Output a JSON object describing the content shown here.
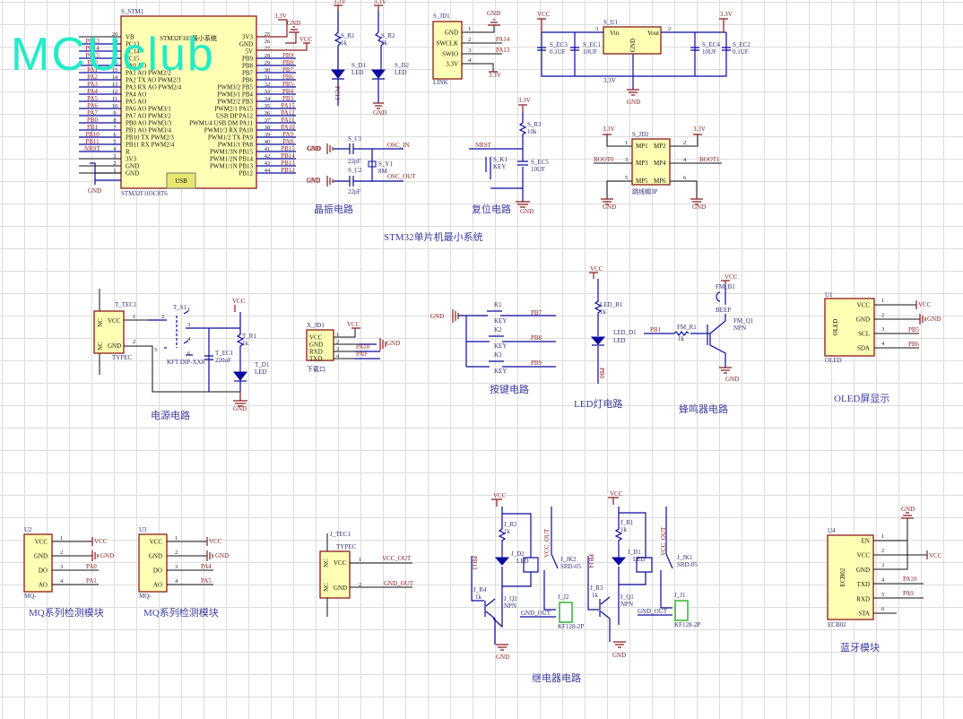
{
  "watermark": "MCUclub",
  "colors": {
    "wire": "#0a0aa0",
    "power": "#8b1a1a",
    "component_fill": "#ffffb4",
    "watermark": "#22ecc8",
    "title": "#3c3ca0"
  },
  "mcu": {
    "ref": "S_STM1",
    "part": "STM32F103C8T6",
    "title": "STM32F103最小系统",
    "usb": "USB",
    "left_pins": [
      {
        "n": "20",
        "name": "VB",
        "net": ""
      },
      {
        "n": "19",
        "name": "PC13",
        "net": "PC13"
      },
      {
        "n": "18",
        "name": "PC14",
        "net": "PC14"
      },
      {
        "n": "17",
        "name": "PC15",
        "net": "PC15"
      },
      {
        "n": "16",
        "name": "PA0 AO",
        "net": "PA0"
      },
      {
        "n": "15",
        "name": "PA1 AO PWM2/2",
        "net": "PA1"
      },
      {
        "n": "14",
        "name": "PA2 TX AO PWM2/3",
        "net": "PA2"
      },
      {
        "n": "13",
        "name": "PA3 RX AO PWM2/4",
        "net": "PA3"
      },
      {
        "n": "12",
        "name": "PA4 AO",
        "net": "PA4"
      },
      {
        "n": "11",
        "name": "PA5 AO",
        "net": "PA5"
      },
      {
        "n": "10",
        "name": "PA6 AO PWM3/1",
        "net": "PA6"
      },
      {
        "n": "9",
        "name": "PA7 AO PWM3/2",
        "net": "PA7"
      },
      {
        "n": "8",
        "name": "PB0 AO PWM3/3",
        "net": "PB0"
      },
      {
        "n": "7",
        "name": "PB1 AO PWM3/4",
        "net": "PB1"
      },
      {
        "n": "6",
        "name": "PB10 TX PWM2/3",
        "net": "PB10"
      },
      {
        "n": "5",
        "name": "PB11 RX PWM2/4",
        "net": "PB11"
      },
      {
        "n": "4",
        "name": "R",
        "net": "NRST"
      },
      {
        "n": "3",
        "name": "3V3",
        "net": ""
      },
      {
        "n": "2",
        "name": "GND",
        "net": ""
      },
      {
        "n": "1",
        "name": "GND",
        "net": ""
      }
    ],
    "right_pins": [
      {
        "n": "25",
        "name": "3V3",
        "net": ""
      },
      {
        "n": "26",
        "name": "GND",
        "net": ""
      },
      {
        "n": "27",
        "name": "5V",
        "net": ""
      },
      {
        "n": "28",
        "name": "PB9",
        "net": "PB9"
      },
      {
        "n": "29",
        "name": "PB8",
        "net": "PB8"
      },
      {
        "n": "30",
        "name": "PB7",
        "net": "PB7"
      },
      {
        "n": "31",
        "name": "PB6",
        "net": "PB6"
      },
      {
        "n": "32",
        "name": "PWM3/2 PB5",
        "net": "PB5"
      },
      {
        "n": "33",
        "name": "PWM3/1 PB4",
        "net": "PB4"
      },
      {
        "n": "34",
        "name": "PWM2/2 PB3",
        "net": "PB3"
      },
      {
        "n": "35",
        "name": "PWM2/1 PA15",
        "net": "PA15"
      },
      {
        "n": "36",
        "name": "USB DP  PA12",
        "net": "PA12"
      },
      {
        "n": "37",
        "name": "PWM1/4 USB DM PA11",
        "net": "PA11"
      },
      {
        "n": "38",
        "name": "PWM1/3 RX PA10",
        "net": "PA10"
      },
      {
        "n": "39",
        "name": "PWM1/2 TX PA9",
        "net": "PA9"
      },
      {
        "n": "40",
        "name": "PWM1/1 PA8",
        "net": "PA8"
      },
      {
        "n": "41",
        "name": "PWM1/3N PB15",
        "net": "PB15"
      },
      {
        "n": "42",
        "name": "PWM1/2N PB14",
        "net": "PB14"
      },
      {
        "n": "43",
        "name": "PWM1/1N PB13",
        "net": "PB13"
      },
      {
        "n": "44",
        "name": "PB12",
        "net": "PB12"
      }
    ],
    "p33": "3.3V",
    "gnd_top": "GND",
    "vcc": "VCC",
    "gnd_bottom": "GND",
    "gnd_right1": "GND",
    "gnd_right2": "GND"
  },
  "indicators": {
    "r1": "S_R1",
    "r1v": "1k",
    "r2": "S_R2",
    "r2v": "1k",
    "d1": "S_D1",
    "d1v": "LED",
    "d2": "S_D2",
    "d2v": "LED",
    "net1": "PC13",
    "p1": "3.3V",
    "p2": "3.3V",
    "gnd": "GND"
  },
  "swd": {
    "ref": "S_JD1",
    "part": "LINK",
    "pins": [
      {
        "n": "1",
        "name": "GND",
        "net": "GND"
      },
      {
        "n": "2",
        "name": "SWCLK",
        "net": "PA14"
      },
      {
        "n": "3",
        "name": "SWIO",
        "net": "PA13"
      },
      {
        "n": "4",
        "name": "3.3V",
        "net": "3.3V"
      }
    ]
  },
  "regulator": {
    "ref": "S_U1",
    "vin": "Vin",
    "vout": "Vout",
    "gnd": "GND",
    "pin_in": "3",
    "pin_out": "2",
    "vcc": "VCC",
    "out_net": "3.3V",
    "bottom_net": "3.3V",
    "gnd_net": "GND",
    "caps": [
      {
        "ref": "S_EC3",
        "val": "0.1UF"
      },
      {
        "ref": "S_EC1",
        "val": "10UF"
      },
      {
        "ref": "S_EC4",
        "val": "10UF"
      },
      {
        "ref": "S_EC2",
        "val": "0.1UF"
      }
    ]
  },
  "crystal": {
    "gnd1": "GND",
    "gnd2": "GND",
    "c1": "S_C1",
    "c1v": "22pF",
    "c2": "S_C2",
    "c2v": "22pF",
    "y1": "S_Y1",
    "y1v": "8M",
    "osc_in": "OSC_IN",
    "osc_out": "OSC_OUT",
    "title": "晶振电路"
  },
  "reset": {
    "p33": "3.3V",
    "r3": "S_R3",
    "r3v": "10k",
    "nrst": "NRST",
    "k1": "S_K1",
    "k1v": "KEY",
    "ec5": "S_EC5",
    "ec5v": "10UF",
    "gnd": "GND",
    "title": "复位电路"
  },
  "boot": {
    "ref": "S_JD2",
    "part": "跳线帽3P",
    "pins": [
      {
        "n": "1",
        "name": "MP1"
      },
      {
        "n": "2",
        "name": "MP2"
      },
      {
        "n": "3",
        "name": "MP3"
      },
      {
        "n": "4",
        "name": "MP4"
      },
      {
        "n": "5",
        "name": "MP5"
      },
      {
        "n": "6",
        "name": "MP6"
      }
    ],
    "p33a": "3.3V",
    "p33b": "3.3V",
    "boot0": "BOOT0",
    "boot1": "BOOT1",
    "gnd_a": "GND",
    "gnd_b": "GND"
  },
  "section_title": "STM32单片机最小系统",
  "power": {
    "ref": "T_TEC1",
    "part": "TYPEC",
    "nc1": "NC",
    "nc2": "NC",
    "vcc": "VCC",
    "gnd": "GND",
    "pin1": "1",
    "pin2": "2",
    "sw": "T_S1",
    "sw_part": "KFT DIP-XX8",
    "sw_pins": [
      "1",
      "2",
      "3",
      "4",
      "5",
      "6"
    ],
    "vcc_net": "VCC",
    "r1": "T_R1",
    "r1v": "1k",
    "ec": "T_EC1",
    "ecv": "220uF",
    "d1": "T_D1",
    "d1v": "LED",
    "gnd_net": "GND",
    "title": "电源电路"
  },
  "download": {
    "ref": "X_JD1",
    "part": "下载口",
    "pins": [
      {
        "n": "1",
        "name": "VCC"
      },
      {
        "n": "2",
        "name": "GND"
      },
      {
        "n": "3",
        "name": "RXD"
      },
      {
        "n": "4",
        "name": "TXD"
      }
    ],
    "vcc": "VCC",
    "gnd": "GND",
    "rx_net": "PA10",
    "tx_net": "PA9"
  },
  "keys": {
    "gnd": "GND",
    "items": [
      {
        "ref": "K1",
        "val": "KEY",
        "net": "PB7"
      },
      {
        "ref": "K2",
        "val": "KEY",
        "net": "PB8"
      },
      {
        "ref": "K3",
        "val": "KEY",
        "net": "PB9"
      }
    ],
    "title": "按键电路"
  },
  "led": {
    "vcc": "VCC",
    "r1": "LED_R1",
    "r1v": "1k",
    "d1": "LED_D1",
    "d1v": "LED",
    "net": "PB0",
    "title": "LED灯电路"
  },
  "buzzer": {
    "vcc": "VCC",
    "b1": "FM_B1",
    "b1v": "BEEP",
    "q1": "FM_Q1",
    "q1v": "NPN",
    "net": "PB1",
    "r1": "FM_R1",
    "r1v": "1k",
    "gnd": "GND",
    "title": "蜂鸣器电路"
  },
  "oled": {
    "ref": "U1",
    "part": "OLED",
    "body": "OLED",
    "pins": [
      {
        "n": "1",
        "name": "VCC",
        "net": "VCC"
      },
      {
        "n": "2",
        "name": "GND",
        "net": "GND"
      },
      {
        "n": "3",
        "name": "SCL",
        "net": "PB5"
      },
      {
        "n": "4",
        "name": "SDA",
        "net": "PB6"
      }
    ],
    "title": "OLED屏显示"
  },
  "mq": [
    {
      "ref": "U2",
      "part": "MQ-",
      "pins": [
        {
          "n": "1",
          "name": "VCC",
          "net": "VCC"
        },
        {
          "n": "2",
          "name": "GND",
          "net": "GND"
        },
        {
          "n": "3",
          "name": "DO",
          "net": "PA0"
        },
        {
          "n": "4",
          "name": "AO",
          "net": "PA1"
        }
      ],
      "title": "MQ系列检测模块"
    },
    {
      "ref": "U3",
      "part": "MQ-",
      "pins": [
        {
          "n": "1",
          "name": "VCC",
          "net": "VCC"
        },
        {
          "n": "2",
          "name": "GND",
          "net": "GND"
        },
        {
          "n": "3",
          "name": "DO",
          "net": "PA4"
        },
        {
          "n": "4",
          "name": "AO",
          "net": "PA5"
        }
      ],
      "title": "MQ系列检测模块"
    }
  ],
  "typec_out": {
    "ref": "J_TEC1",
    "part": "TYPEC",
    "nc1": "NC",
    "nc2": "NC",
    "vcc": "VCC",
    "gnd": "GND",
    "pin1": "1",
    "pin2": "2",
    "vcc_out": "VCC_OUT",
    "gnd_out": "GND_OUT"
  },
  "relay": {
    "title": "继电器电路",
    "channels": [
      {
        "vcc": "VCC",
        "r_top": "J_R2",
        "r_top_v": "1k",
        "d": "J_D2",
        "dv": "LED",
        "in_net": "PB13",
        "r_in": "J_R4",
        "r_in_v": "1k",
        "q": "J_Q2",
        "qv": "NPN",
        "gnd": "GND",
        "vcc_out": "VCC_OUT",
        "jk": "J_JK2",
        "jkv": "SRD-05",
        "j": "J_J2",
        "jv": "KF128-2P",
        "gnd_out": "GND_OUT"
      },
      {
        "vcc": "VCC",
        "r_top": "J_R1",
        "r_top_v": "1k",
        "d": "J_D1",
        "dv": "LED",
        "in_net": "PB14",
        "r_in": "J_R3",
        "r_in_v": "1k",
        "q": "J_Q1",
        "qv": "NPN",
        "gnd": "GND",
        "vcc_out": "VCC_OUT",
        "jk": "J_JK1",
        "jkv": "SRD-05",
        "j": "J_J1",
        "jv": "KF128-2P",
        "gnd_out": "GND_OUT"
      }
    ]
  },
  "bluetooth": {
    "ref": "U4",
    "part": "ECB02",
    "body": "ECB02",
    "pins": [
      {
        "n": "1",
        "name": "EN",
        "net": ""
      },
      {
        "n": "2",
        "name": "VCC",
        "net": "VCC"
      },
      {
        "n": "3",
        "name": "GND",
        "net": ""
      },
      {
        "n": "4",
        "name": "TXD",
        "net": "PA10"
      },
      {
        "n": "5",
        "name": "RXD",
        "net": "PA9"
      },
      {
        "n": "6",
        "name": "STA",
        "net": ""
      }
    ],
    "gnd": "GND",
    "title": "蓝牙模块"
  }
}
